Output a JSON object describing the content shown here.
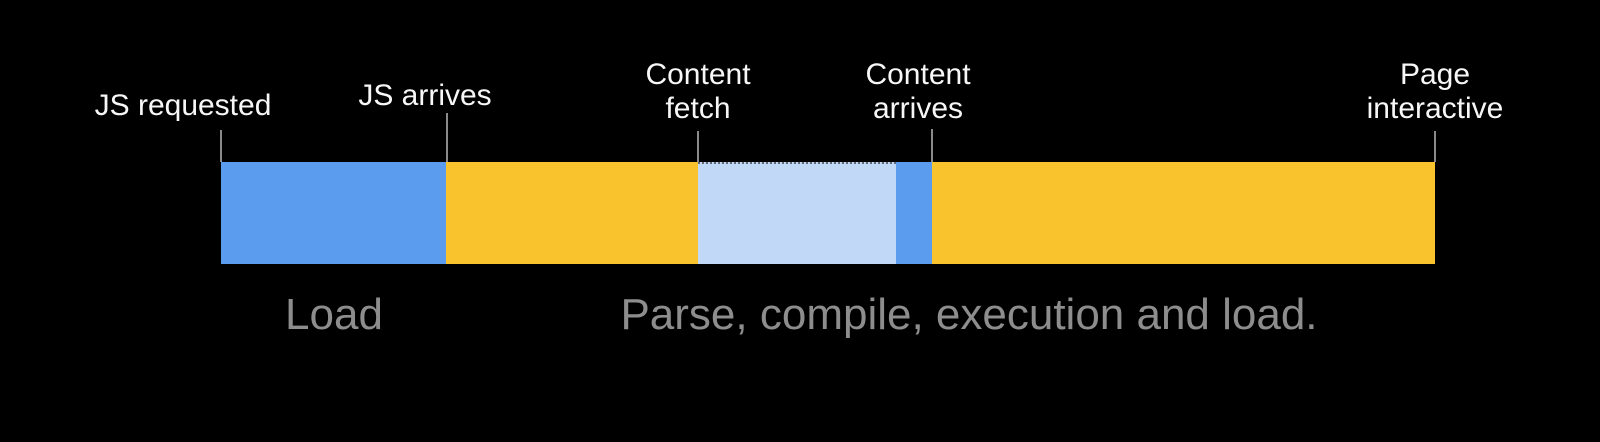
{
  "diagram": {
    "milestones": [
      {
        "id": "js-requested",
        "label": "JS requested",
        "lines": [
          "JS requested"
        ]
      },
      {
        "id": "js-arrives",
        "label": "JS arrives",
        "lines": [
          "JS arrives"
        ]
      },
      {
        "id": "content-fetch",
        "label": "Content fetch",
        "lines": [
          "Content",
          "fetch"
        ]
      },
      {
        "id": "content-arrives",
        "label": "Content arrives",
        "lines": [
          "Content",
          "arrives"
        ]
      },
      {
        "id": "page-interactive",
        "label": "Page interactive",
        "lines": [
          "Page",
          "interactive"
        ]
      }
    ],
    "segments": [
      {
        "name": "js-download",
        "color": "#5C9CEF",
        "from": "JS requested",
        "to": "JS arrives"
      },
      {
        "name": "parse-compile-1",
        "color": "#F9C32D",
        "from": "JS arrives",
        "to": "Content fetch"
      },
      {
        "name": "content-fetch",
        "color": "#C1D8F6",
        "from": "Content fetch",
        "to": "Content arrives"
      },
      {
        "name": "content-download",
        "color": "#5C9CEF",
        "from": "Content fetch",
        "to": "Content arrives"
      },
      {
        "name": "parse-compile-2",
        "color": "#F9C32D",
        "from": "Content arrives",
        "to": "Page interactive"
      }
    ],
    "phases": [
      {
        "id": "load",
        "label": "Load"
      },
      {
        "id": "parse",
        "label": "Parse, compile, execution and load."
      }
    ],
    "colors": {
      "background": "#000000",
      "segment_blue": "#5C9CEF",
      "segment_yellow": "#F9C32D",
      "segment_light_blue": "#C1D8F6",
      "tick_line": "#8A8A8A",
      "milestone_label": "#F7F7F7",
      "phase_label": "#8D8D8D"
    }
  }
}
